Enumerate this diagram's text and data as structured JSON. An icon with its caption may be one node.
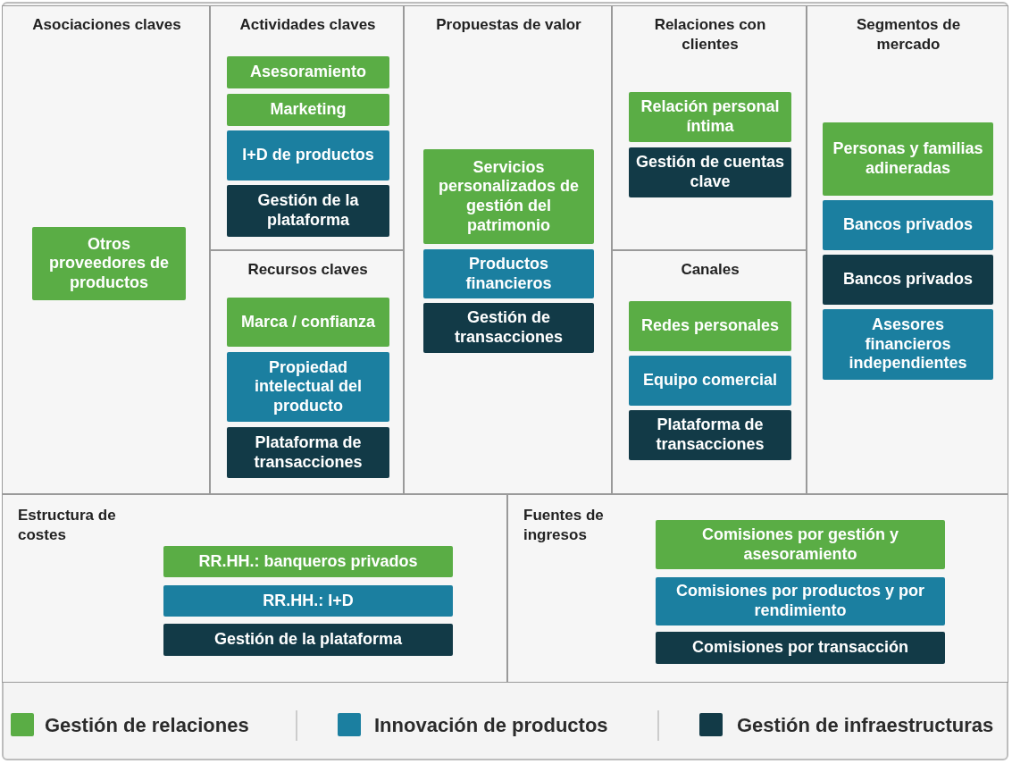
{
  "diagram": {
    "nodes": [
      {
        "text": [
          "Asociaciones claves"
        ]
      },
      {
        "text": [
          "Otros proveedores de productos"
        ],
        "in": 0
      },
      {
        "text": [
          "Actividades claves"
        ]
      },
      {
        "text": [
          "Asesoramiento"
        ],
        "in": 2
      },
      {
        "text": [
          "Marketing"
        ],
        "in": 2
      },
      {
        "text": [
          "I+D de productos"
        ],
        "in": 2
      },
      {
        "text": [
          "Gestión de la plataforma"
        ],
        "in": 2
      },
      {
        "text": [
          "Recursos claves"
        ]
      },
      {
        "text": [
          "Marca / confianza"
        ],
        "in": 7
      },
      {
        "text": [
          "Propiedad intelectual del producto"
        ],
        "in": 7
      },
      {
        "text": [
          "Plataforma de transacciones"
        ],
        "in": 7
      },
      {
        "text": [
          "Propuestas de valor"
        ]
      },
      {
        "text": [
          "Servicios personalizados de gestión del patrimonio"
        ],
        "in": 11
      },
      {
        "text": [
          "Productos financieros"
        ],
        "in": 11
      },
      {
        "text": [
          "Gestión de transacciones"
        ],
        "in": 11
      },
      {
        "text": [
          "Relaciones con clientes"
        ]
      },
      {
        "text": [
          "Relación personal íntima"
        ],
        "in": 15
      },
      {
        "text": [
          "Gestión de cuentas clave"
        ],
        "in": 15
      },
      {
        "text": [
          "Canales"
        ]
      },
      {
        "text": [
          "Redes personales"
        ],
        "in": 18
      },
      {
        "text": [
          "Equipo comercial"
        ],
        "in": 18
      },
      {
        "text": [
          "Plataforma de transacciones"
        ],
        "in": 18
      },
      {
        "text": [
          "Segmentos de mercado"
        ]
      },
      {
        "text": [
          "Personas y familias adineradas"
        ],
        "in": 22
      },
      {
        "text": [
          "Bancos privados"
        ],
        "in": 22
      },
      {
        "text": [
          "Bancos privados"
        ],
        "in": 22
      },
      {
        "text": [
          "Asesores financieros independientes"
        ],
        "in": 22
      },
      {
        "text": [
          "Estructura de costes"
        ]
      },
      {
        "text": [
          "RR.HH.: banqueros privados"
        ],
        "in": 27
      },
      {
        "text": [
          "RR.HH.: I+D"
        ],
        "in": 27
      },
      {
        "text": [
          "Gestión de la plataforma"
        ],
        "in": 27
      },
      {
        "text": [
          "Fuentes de ingresos"
        ]
      },
      {
        "text": [
          "Comisiones por gestión y asesoramiento"
        ],
        "in": 31
      },
      {
        "text": [
          "Comisiones por productos y por rendimiento"
        ],
        "in": 31
      },
      {
        "text": [
          "Comisiones por transacción"
        ],
        "in": 31
      }
    ],
    "edges": [],
    "legend": [
      {
        "text": "Gestión de relaciones",
        "color": "#5aad45"
      },
      {
        "text": "Innovación de productos",
        "color": "#1b7fa0"
      },
      {
        "text": "Gestión de infraestructuras",
        "color": "#123a47"
      }
    ]
  }
}
